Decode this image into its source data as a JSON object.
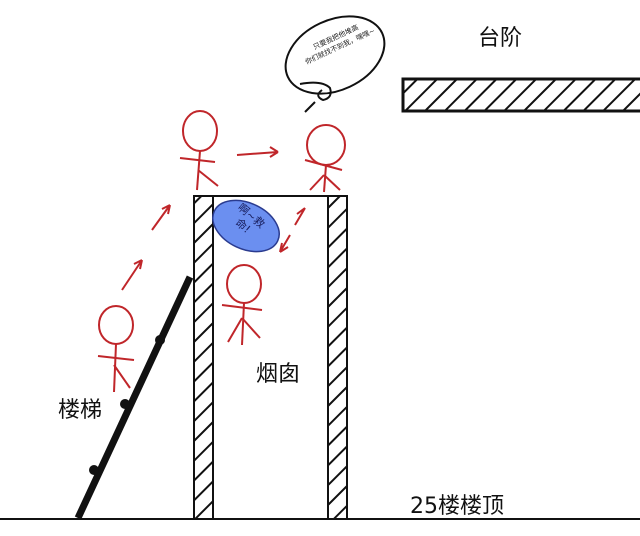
{
  "labels": {
    "step": "台阶",
    "ladder": "楼梯",
    "chimney": "烟囱",
    "rooftop": "25楼楼顶"
  },
  "speech_bubble": {
    "line1": "只要我把他堆高",
    "line2": "你们就找不到我，嘿嘿~"
  },
  "cry_bubble": {
    "line1": "啊~救",
    "line2": "命!",
    "color": "#6b8ff0"
  },
  "colors": {
    "figure": "#c0262a",
    "structure": "#111111"
  }
}
